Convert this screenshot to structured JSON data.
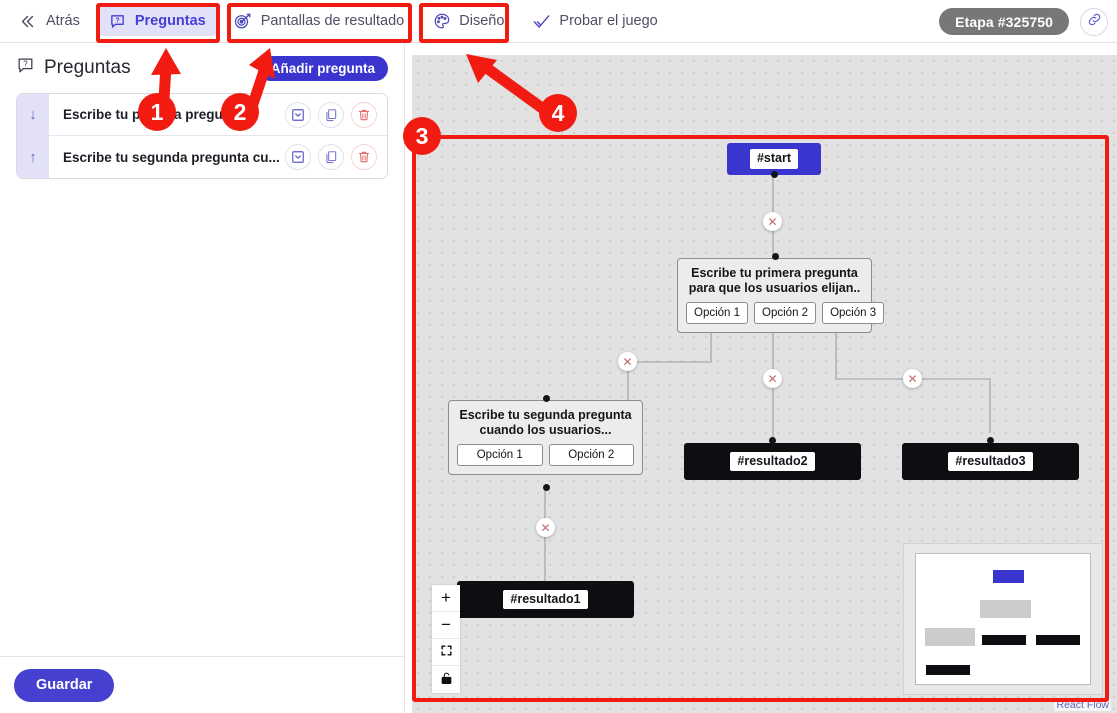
{
  "topbar": {
    "back_label": "Atrás",
    "tabs": [
      {
        "label": "Preguntas",
        "icon": "question-bubble-icon",
        "active": true
      },
      {
        "label": "Pantallas de resultado",
        "icon": "target-icon",
        "active": false
      },
      {
        "label": "Diseño",
        "icon": "palette-icon",
        "active": false
      },
      {
        "label": "Probar el juego",
        "icon": "check-icon",
        "active": false
      }
    ],
    "stage_badge": "Etapa #325750",
    "link_icon": "link-icon"
  },
  "left_panel": {
    "header_icon": "question-bubble-icon",
    "title": "Preguntas",
    "add_label": "Añadir pregunta",
    "questions": [
      {
        "handle_icon": "arrow-down-icon",
        "text": "Escribe tu primera pregunta ...",
        "actions": [
          "expand-icon",
          "duplicate-icon",
          "delete-icon"
        ]
      },
      {
        "handle_icon": "arrow-up-icon",
        "text": "Escribe tu segunda pregunta cu...",
        "actions": [
          "expand-icon",
          "duplicate-icon",
          "delete-icon"
        ]
      }
    ],
    "save_label": "Guardar"
  },
  "canvas": {
    "nodes": {
      "start": {
        "label": "#start"
      },
      "question1": {
        "title": "Escribe tu primera pregunta para que los usuarios elijan..",
        "options": [
          "Opción 1",
          "Opción 2",
          "Opción 3"
        ]
      },
      "question2": {
        "title": "Escribe tu segunda pregunta cuando los usuarios...",
        "options": [
          "Opción 1",
          "Opción 2"
        ]
      },
      "result1": {
        "label": "#resultado1"
      },
      "result2": {
        "label": "#resultado2"
      },
      "result3": {
        "label": "#resultado3"
      }
    },
    "edge_delete_glyph": "✕",
    "controls": [
      {
        "name": "zoom-in",
        "glyph": "+"
      },
      {
        "name": "zoom-out",
        "glyph": "−"
      },
      {
        "name": "fit-view",
        "glyph": "fit"
      },
      {
        "name": "lock",
        "glyph": "lock"
      }
    ],
    "credit": "React Flow"
  },
  "annotations": [
    {
      "number": "1"
    },
    {
      "number": "2"
    },
    {
      "number": "3"
    },
    {
      "number": "4"
    }
  ],
  "colors": {
    "accent": "#3b35cf",
    "accent_soft": "#e2e1f7",
    "annotation": "#f21b12",
    "node_dark": "#0d0d12",
    "badge_gray": "#777777"
  }
}
